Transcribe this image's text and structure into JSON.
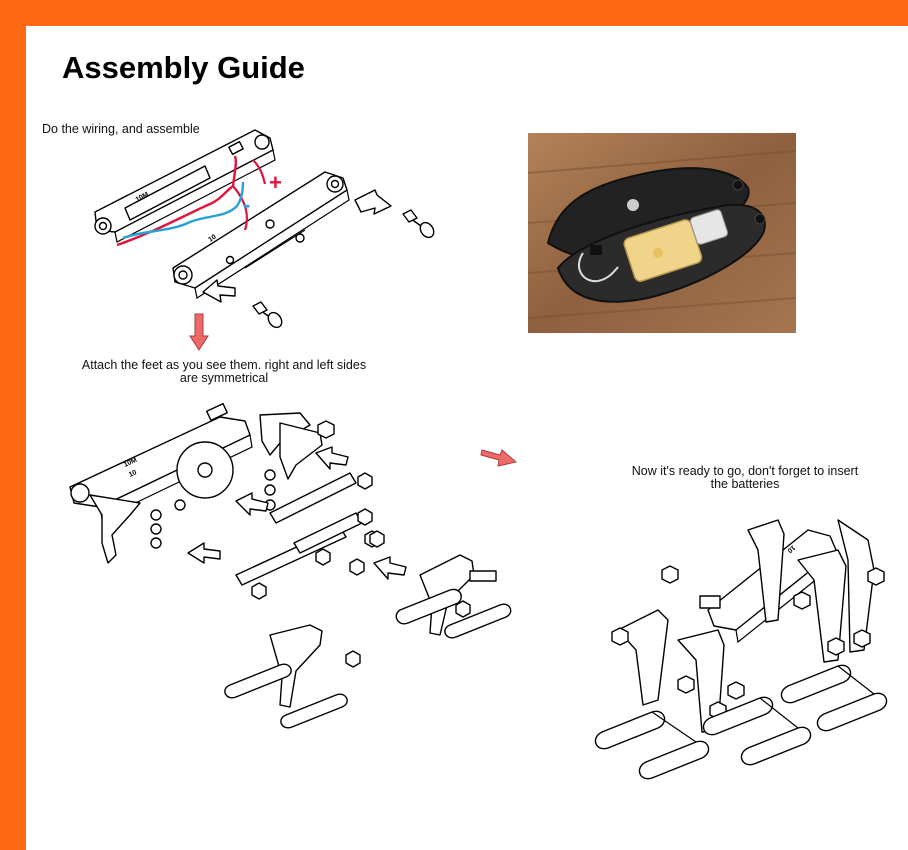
{
  "page": {
    "title": "Assembly Guide"
  },
  "steps": [
    {
      "caption": "Do the wiring, and assemble"
    },
    {
      "caption_line1": "Attach the feet as you see them. right and left sides",
      "caption_line2": "are symmetrical"
    },
    {
      "caption_line1": "Now it's ready to go, don't forget to insert",
      "caption_line2": "the batteries"
    }
  ],
  "wiring": {
    "plus_symbol": "+",
    "minus_symbol": "-"
  },
  "part_marks": {
    "body_mark": "10M",
    "side_mark": "10"
  },
  "colors": {
    "frame_orange": "#ff6a13",
    "wire_red": "#e0143c",
    "wire_blue": "#2aa0d8",
    "arrow_red": "#ec6a6a",
    "motor_yellow": "#f0d48a",
    "wood_brown": "#9a6a45"
  }
}
